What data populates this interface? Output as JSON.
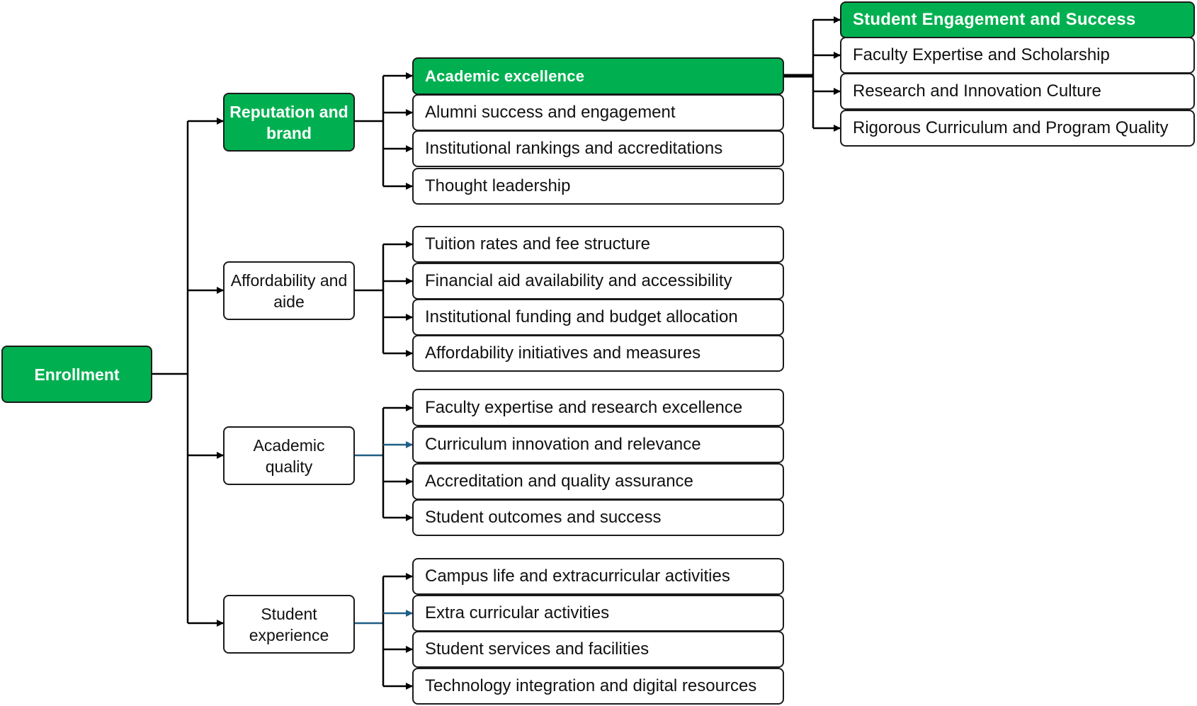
{
  "root": {
    "label": "Enrollment"
  },
  "categories": [
    {
      "label": "Reputation and brand",
      "highlighted": true,
      "items": [
        {
          "label": "Academic excellence",
          "highlighted": true
        },
        {
          "label": "Alumni success and engagement"
        },
        {
          "label": "Institutional rankings and accreditations"
        },
        {
          "label": "Thought leadership"
        }
      ]
    },
    {
      "label": "Affordability and aide",
      "items": [
        {
          "label": "Tuition rates and fee structure"
        },
        {
          "label": "Financial aid availability and accessibility"
        },
        {
          "label": "Institutional funding and budget allocation"
        },
        {
          "label": "Affordability initiatives and measures"
        }
      ]
    },
    {
      "label": "Academic quality",
      "items": [
        {
          "label": "Faculty expertise and research excellence"
        },
        {
          "label": "Curriculum innovation and relevance"
        },
        {
          "label": "Accreditation and quality assurance"
        },
        {
          "label": "Student outcomes and success"
        }
      ]
    },
    {
      "label": "Student experience",
      "items": [
        {
          "label": "Campus life and extracurricular activities"
        },
        {
          "label": "Extra curricular activities"
        },
        {
          "label": "Student services and facilities"
        },
        {
          "label": "Technology integration and digital resources"
        }
      ]
    }
  ],
  "expansion": {
    "source": "Academic excellence",
    "items": [
      {
        "label": "Student Engagement and Success",
        "highlighted": true
      },
      {
        "label": "Faculty Expertise and Scholarship"
      },
      {
        "label": "Research and Innovation Culture"
      },
      {
        "label": "Rigorous Curriculum and Program Quality"
      }
    ]
  },
  "colors": {
    "highlight": "#00b050",
    "border": "#1b1b1b",
    "connector": "#000000",
    "accent_connector": "#1f5f86"
  }
}
